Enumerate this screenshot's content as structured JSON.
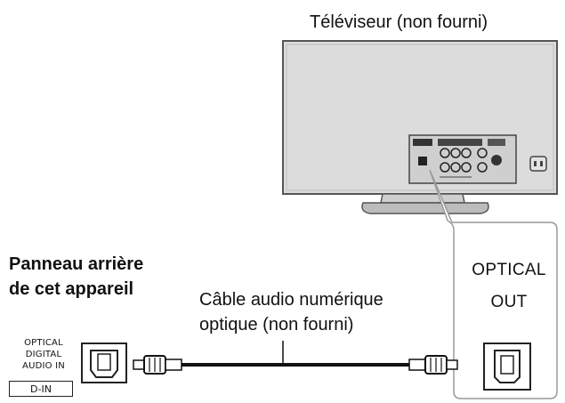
{
  "tv": {
    "caption": "Téléviseur (non fourni)"
  },
  "unit": {
    "title_line1": "Panneau arrière",
    "title_line2": "de cet appareil",
    "port_label_line1": "OPTICAL",
    "port_label_line2": "DIGITAL",
    "port_label_line3": "AUDIO IN",
    "port_name": "D-IN"
  },
  "cable": {
    "caption_line1": "Câble audio numérique",
    "caption_line2": "optique (non fourni)"
  },
  "callout": {
    "label_line1": "OPTICAL",
    "label_line2": "OUT"
  }
}
